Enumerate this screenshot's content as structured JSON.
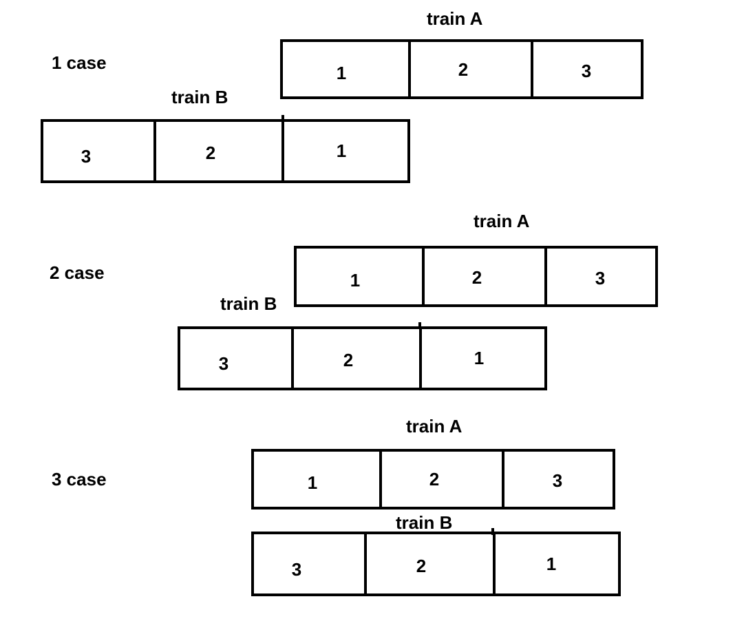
{
  "cases": [
    {
      "label": "1 case",
      "train_a": {
        "label": "train A",
        "cars": [
          "1",
          "2",
          "3"
        ]
      },
      "train_b": {
        "label": "train B",
        "cars": [
          "3",
          "2",
          "1"
        ]
      }
    },
    {
      "label": "2 case",
      "train_a": {
        "label": "train A",
        "cars": [
          "1",
          "2",
          "3"
        ]
      },
      "train_b": {
        "label": "train B",
        "cars": [
          "3",
          "2",
          "1"
        ]
      }
    },
    {
      "label": "3 case",
      "train_a": {
        "label": "train A",
        "cars": [
          "1",
          "2",
          "3"
        ]
      },
      "train_b": {
        "label": "train B",
        "cars": [
          "3",
          "2",
          "1"
        ]
      }
    }
  ]
}
